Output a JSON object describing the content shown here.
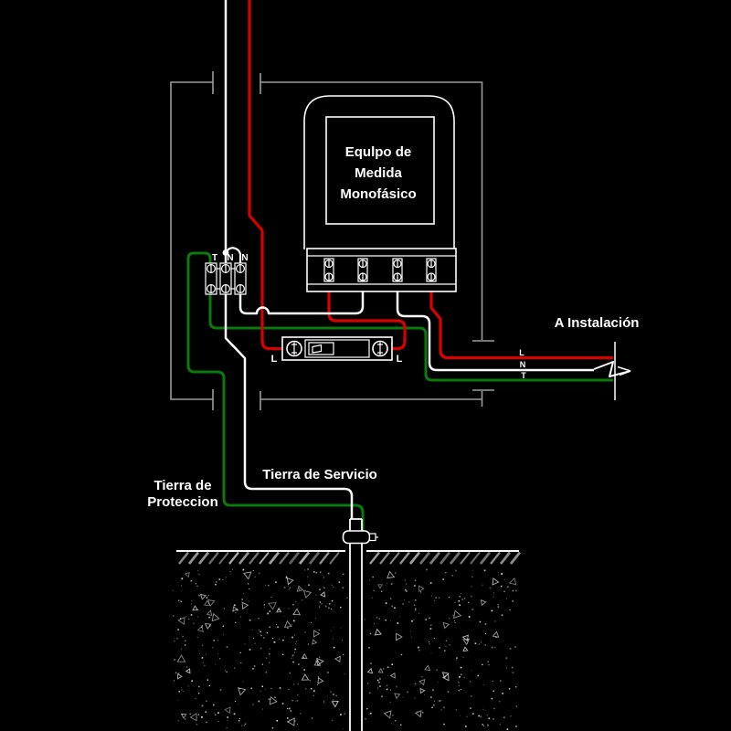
{
  "meter": {
    "line1": "Equlpo de",
    "line2": "Medida",
    "line3": "Monofásico"
  },
  "terminal_block": {
    "left": "T",
    "middle": "N",
    "right": "N"
  },
  "breaker": {
    "left_label": "L",
    "right_label": "L"
  },
  "installation": {
    "title": "A Instalación",
    "wire_l": "L",
    "wire_n": "N",
    "wire_t": "T"
  },
  "grounds": {
    "protection_line1": "Tierra de",
    "protection_line2": "Proteccion",
    "service": "Tierra de Servicio"
  },
  "colors": {
    "phase": "#d90000",
    "neutral": "#ffffff",
    "ground_wire": "#0a7a0a",
    "enclosure": "#9c9c9c",
    "component": "#ffffff",
    "text": "#ffffff",
    "hatch": "#aaaaaa"
  }
}
